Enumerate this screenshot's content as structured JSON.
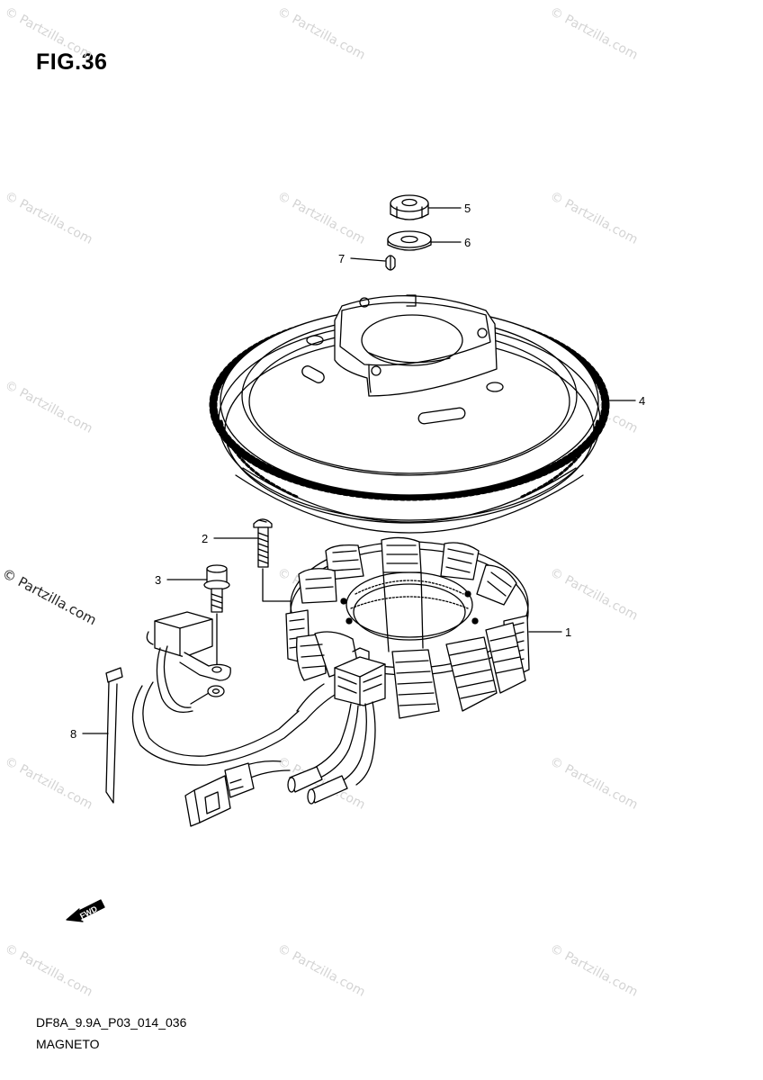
{
  "figure": {
    "title": "FIG.36"
  },
  "footer": {
    "code": "DF8A_9.9A_P03_014_036",
    "name": "MAGNETO"
  },
  "watermark": {
    "text": "© Partzilla.com"
  },
  "fwd_label": "FWD",
  "callouts": [
    {
      "number": "1",
      "part": "stator"
    },
    {
      "number": "2",
      "part": "screw"
    },
    {
      "number": "3",
      "part": "bolt"
    },
    {
      "number": "4",
      "part": "flywheel-rotor"
    },
    {
      "number": "5",
      "part": "nut"
    },
    {
      "number": "6",
      "part": "washer"
    },
    {
      "number": "7",
      "part": "key"
    },
    {
      "number": "8",
      "part": "cable-tie"
    }
  ]
}
